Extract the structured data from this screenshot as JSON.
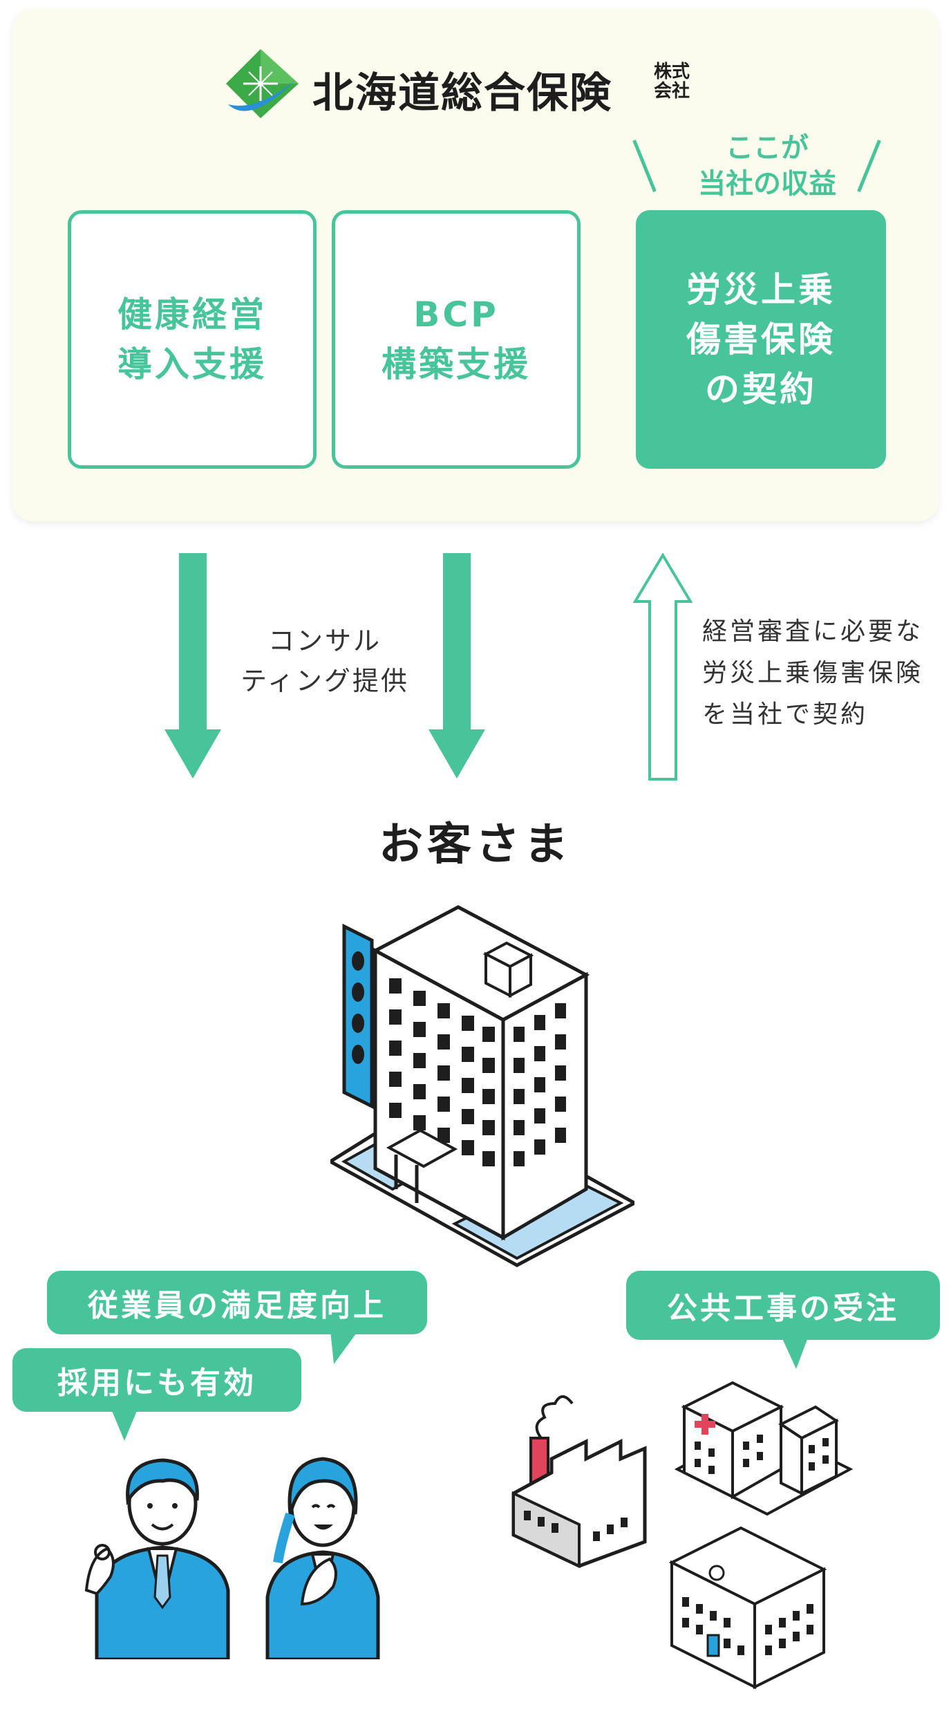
{
  "logo": {
    "name": "北海道総合保険",
    "suffix_line1": "株式",
    "suffix_line2": "会社"
  },
  "services": {
    "box1": {
      "line1": "健康経営",
      "line2": "導入支援"
    },
    "box2": {
      "line1": "BCP",
      "line2": "構築支援"
    },
    "box3": {
      "line1": "労災上乗",
      "line2": "傷害保険",
      "line3": "の契約"
    }
  },
  "revenue_note": {
    "line1": "ここが",
    "line2": "当社の収益"
  },
  "flow": {
    "consulting_line1": "コンサル",
    "consulting_line2": "ティング提供",
    "contract_line1": "経営審査に必要な",
    "contract_line2": "労災上乗傷害保険",
    "contract_line3": "を当社で契約"
  },
  "customer": {
    "label": "お客さま"
  },
  "benefits": {
    "satisfaction": "従業員の満足度向上",
    "recruiting": "採用にも有効",
    "public_works": "公共工事の受注"
  },
  "colors": {
    "accent": "#47c49a",
    "building_blue": "#29a3dd",
    "panel": "#fbfbee"
  }
}
